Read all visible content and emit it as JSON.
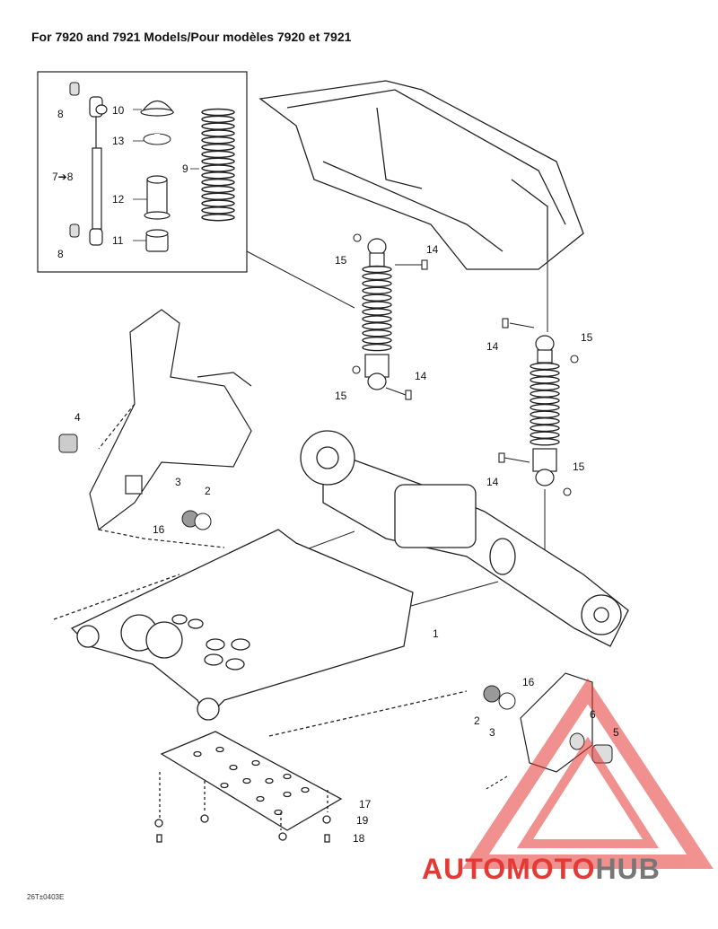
{
  "title": "For 7920 and 7921 Models/Pour modèles 7920 et 7921",
  "drawing_code": "26T±0403E",
  "callouts": {
    "c1": "1",
    "c2a": "2",
    "c2b": "2",
    "c3a": "3",
    "c3b": "3",
    "c4": "4",
    "c5": "5",
    "c6": "6",
    "c7_8": "7➔8",
    "c8a": "8",
    "c8b": "8",
    "c9": "9",
    "c10": "10",
    "c11": "11",
    "c12": "12",
    "c13": "13",
    "c14a": "14",
    "c14b": "14",
    "c14c": "14",
    "c14d": "14",
    "c15a": "15",
    "c15b": "15",
    "c15c": "15",
    "c15d": "15",
    "c16a": "16",
    "c16b": "16",
    "c17": "17",
    "c18": "18",
    "c19": "19"
  },
  "watermark": {
    "part1": "AUTO",
    "part2": "MOTO",
    "part3": "HUB",
    "color_red": "#e53935",
    "color_gray": "#777777"
  }
}
